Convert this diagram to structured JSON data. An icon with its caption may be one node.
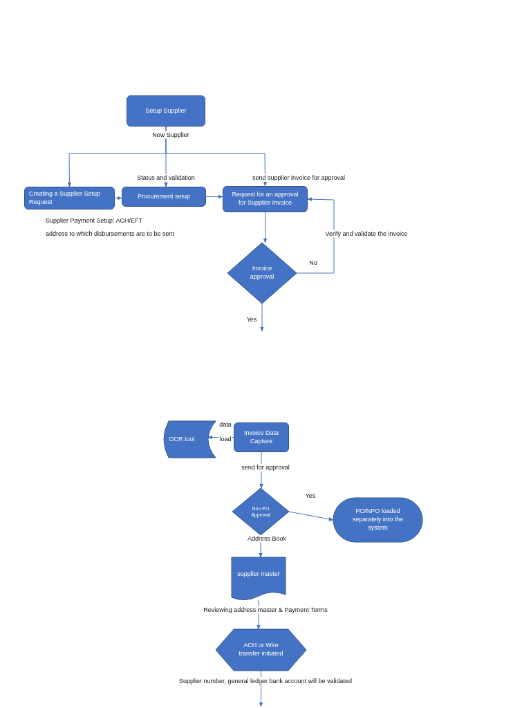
{
  "diagram": {
    "nodes": [
      {
        "text": [
          "Setup Supplier"
        ]
      },
      {
        "text": [
          "Creating a Supplier Setup Request"
        ]
      },
      {
        "text": [
          "Procurement setup"
        ]
      },
      {
        "text": [
          "Request for an approval for Supplier Invoice"
        ]
      },
      {
        "text": [
          "Invoice approval"
        ]
      },
      {
        "text": [
          "Invoice Data Capture"
        ]
      },
      {
        "text": [
          "OCR tool"
        ]
      },
      {
        "text": [
          "Non PO Approval"
        ]
      },
      {
        "text": [
          "PO/NPO loaded separately into the system"
        ]
      },
      {
        "text": [
          "supplier master"
        ]
      },
      {
        "text": [
          "ACH or Wire transfer initiated"
        ]
      }
    ],
    "edges": [
      {
        "from": 0,
        "to": 1,
        "arrow": "to"
      },
      {
        "from": 0,
        "to": 2,
        "arrow": "to",
        "label": "Status and validation"
      },
      {
        "from": 0,
        "to": 3,
        "arrow": "to",
        "label": "send supplier invoice for approval"
      },
      {
        "from": 1,
        "to": 2,
        "arrow": "to"
      },
      {
        "from": 2,
        "to": 3,
        "arrow": "to"
      },
      {
        "from": 3,
        "to": 4,
        "arrow": "to"
      },
      {
        "from": 4,
        "to": 3,
        "arrow": "to",
        "label": "No"
      },
      {
        "from": 4,
        "to": null,
        "arrow": "to",
        "label": "Yes"
      },
      {
        "from": 5,
        "to": 6,
        "arrow": "to"
      },
      {
        "from": 5,
        "to": 7,
        "arrow": "to",
        "label": "send for approval"
      },
      {
        "from": 7,
        "to": 8,
        "arrow": "to",
        "label": "Yes"
      },
      {
        "from": 7,
        "to": 9,
        "arrow": "to",
        "label": "Address Book"
      },
      {
        "from": 9,
        "to": 10,
        "arrow": "to",
        "label": "Reviewing address master & Payment Terms"
      },
      {
        "from": 10,
        "to": null,
        "arrow": "to",
        "label": "Supplier number, general ledger bank account will be validated"
      }
    ],
    "labels": [
      "New Supplier",
      "Supplier Payment Setup: ACH/EFT",
      "address to which disbursements are to be sent",
      "Verify and validate the invoice",
      "data",
      "load"
    ]
  }
}
